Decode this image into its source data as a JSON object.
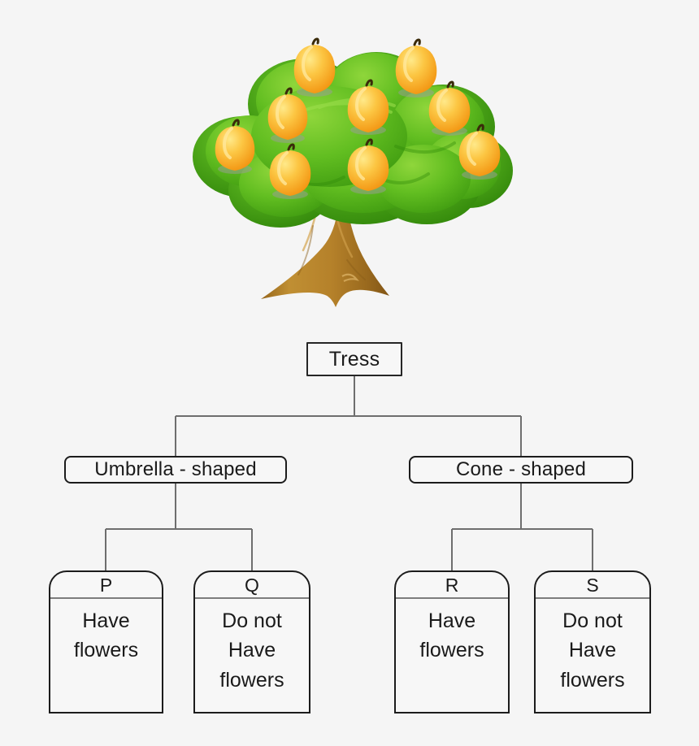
{
  "background_color": "#f5f5f5",
  "illustration": {
    "name": "mango-tree",
    "description": "Cartoon mango tree with green rounded canopy, brown flared trunk and nine orange mangoes",
    "foliage_color": "#5cb81c",
    "foliage_dark_color": "#3d9410",
    "foliage_light_color": "#7ec92f",
    "trunk_color": "#b5812a",
    "trunk_dark_color": "#8a5d18",
    "trunk_light_color": "#c8953b",
    "fruit_color": "#f5a623",
    "fruit_light_color": "#fbd64b",
    "fruit_stem_color": "#3a2b0a",
    "fruit_shadow_color": "#9b9b9b",
    "fruit_count": 9
  },
  "diagram": {
    "type": "hierarchy-tree",
    "root": {
      "id": "root",
      "label": "Tress"
    },
    "branches": [
      {
        "id": "umbrella",
        "label": "Umbrella - shaped"
      },
      {
        "id": "cone",
        "label": "Cone - shaped"
      }
    ],
    "leaves": [
      {
        "id": "P",
        "header": "P",
        "body": "Have\nflowers"
      },
      {
        "id": "Q",
        "header": "Q",
        "body": "Do not\nHave\nflowers"
      },
      {
        "id": "R",
        "header": "R",
        "body": "Have\nflowers"
      },
      {
        "id": "S",
        "header": "S",
        "body": "Do not\nHave\nflowers"
      }
    ],
    "connector_color": "#6e6e6e"
  }
}
